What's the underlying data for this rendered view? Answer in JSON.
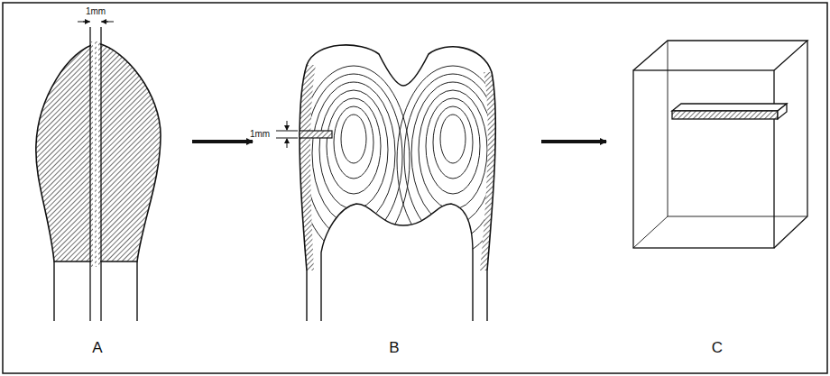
{
  "diagram": {
    "labels": [
      "1mm",
      "1mm",
      "A",
      "B",
      "C"
    ]
  }
}
